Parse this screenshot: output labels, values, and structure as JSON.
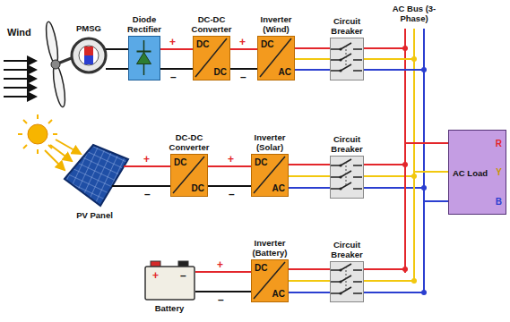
{
  "diagram": {
    "nodes": [
      {
        "text": [
          "PMSG"
        ]
      },
      {
        "text": [
          "Diode Rectifier"
        ]
      },
      {
        "text": [
          "DC-DC Converter",
          "DC",
          "DC"
        ]
      },
      {
        "text": [
          "Inverter (Wind)",
          "DC",
          "AC"
        ]
      },
      {
        "text": [
          "Circuit Breaker"
        ]
      },
      {
        "text": [
          "AC Load",
          "R",
          "Y",
          "B"
        ]
      },
      {
        "text": [
          "PV Panel"
        ]
      },
      {
        "text": [
          "DC-DC Converter",
          "DC",
          "DC"
        ]
      },
      {
        "text": [
          "Inverter (Solar)",
          "DC",
          "AC"
        ]
      },
      {
        "text": [
          "Circuit Breaker"
        ]
      },
      {
        "text": [
          "Battery"
        ]
      },
      {
        "text": [
          "Inverter (Battery)",
          "DC",
          "AC"
        ]
      },
      {
        "text": [
          "Circuit Breaker"
        ]
      }
    ],
    "edges": [
      {
        "from": 0,
        "to": 1,
        "arrow": "none"
      },
      {
        "from": 1,
        "to": 2,
        "arrow": "none"
      },
      {
        "from": 2,
        "to": 3,
        "arrow": "none"
      },
      {
        "from": 3,
        "to": 4,
        "arrow": "none"
      },
      {
        "from": 4,
        "to": 5,
        "arrow": "none"
      },
      {
        "from": 6,
        "to": 7,
        "arrow": "none"
      },
      {
        "from": 7,
        "to": 8,
        "arrow": "none"
      },
      {
        "from": 8,
        "to": 9,
        "arrow": "none"
      },
      {
        "from": 9,
        "to": 5,
        "arrow": "none"
      },
      {
        "from": 10,
        "to": 11,
        "arrow": "none"
      },
      {
        "from": 11,
        "to": 12,
        "arrow": "none"
      },
      {
        "from": 12,
        "to": 5,
        "arrow": "none"
      }
    ],
    "labels": [
      "Wind",
      "+",
      "–",
      "+",
      "–",
      "AC Bus (3-Phase)",
      "+",
      "–",
      "+",
      "–",
      "+",
      "–",
      "+",
      "–"
    ]
  }
}
